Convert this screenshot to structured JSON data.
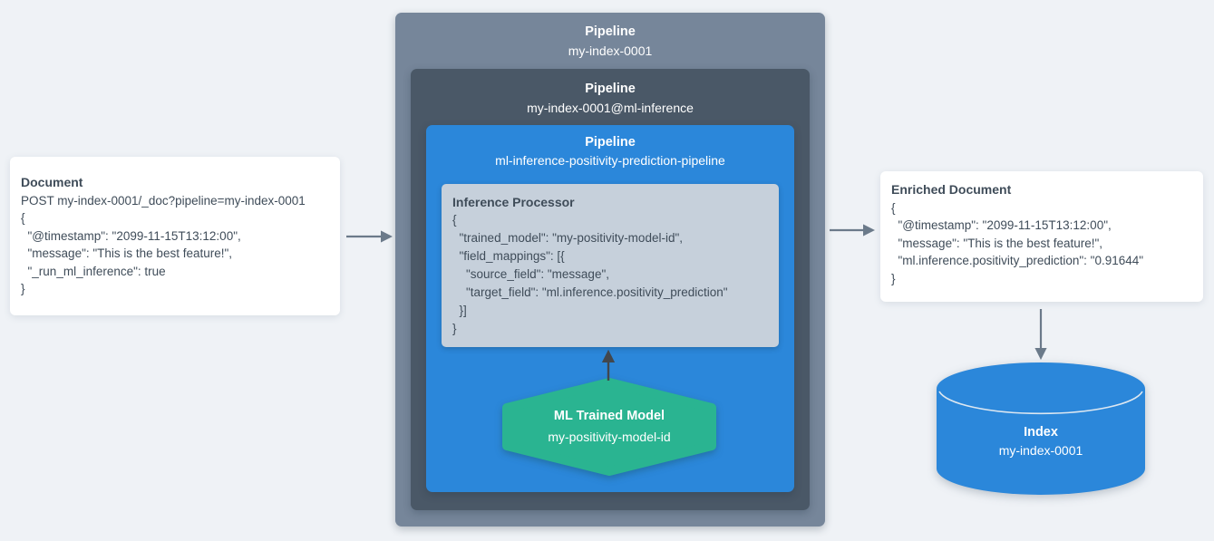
{
  "document_box": {
    "title": "Document",
    "lines": [
      "POST my-index-0001/_doc?pipeline=my-index-0001",
      "{",
      "  \"@timestamp\": \"2099-11-15T13:12:00\",",
      "  \"message\": \"This is the best feature!\",",
      "  \"_run_ml_inference\": true",
      "}"
    ]
  },
  "outer_pipeline": {
    "label": "Pipeline",
    "name": "my-index-0001"
  },
  "ml_inference_pipeline": {
    "label": "Pipeline",
    "name": "my-index-0001@ml-inference"
  },
  "prediction_pipeline": {
    "label": "Pipeline",
    "name": "ml-inference-positivity-prediction-pipeline"
  },
  "inference_processor": {
    "title": "Inference Processor",
    "lines": [
      "{",
      "  \"trained_model\": \"my-positivity-model-id\",",
      "  \"field_mappings\": [{",
      "    \"source_field\": \"message\",",
      "    \"target_field\": \"ml.inference.positivity_prediction\"",
      "  }]",
      "}"
    ]
  },
  "trained_model": {
    "label": "ML Trained Model",
    "name": "my-positivity-model-id"
  },
  "enriched_document_box": {
    "title": "Enriched Document",
    "lines": [
      "{",
      "  \"@timestamp\": \"2099-11-15T13:12:00\",",
      "  \"message\": \"This is the best feature!\",",
      "  \"ml.inference.positivity_prediction\": \"0.91644\"",
      "}"
    ]
  },
  "index": {
    "label": "Index",
    "name": "my-index-0001"
  },
  "colors": {
    "page_bg": "#eff2f6",
    "outer_pipeline_bg": "#76869a",
    "ml_inference_pipeline_bg": "#4a5867",
    "prediction_pipeline_bg": "#2b87da",
    "processor_bg": "#c6d0db",
    "model_hexagon_bg": "#2ab491",
    "index_cylinder_bg": "#2b87da",
    "card_bg": "#ffffff",
    "code_text": "#3f4c59",
    "arrow_gray": "#6b7a8a",
    "arrow_dark": "#42474d"
  }
}
